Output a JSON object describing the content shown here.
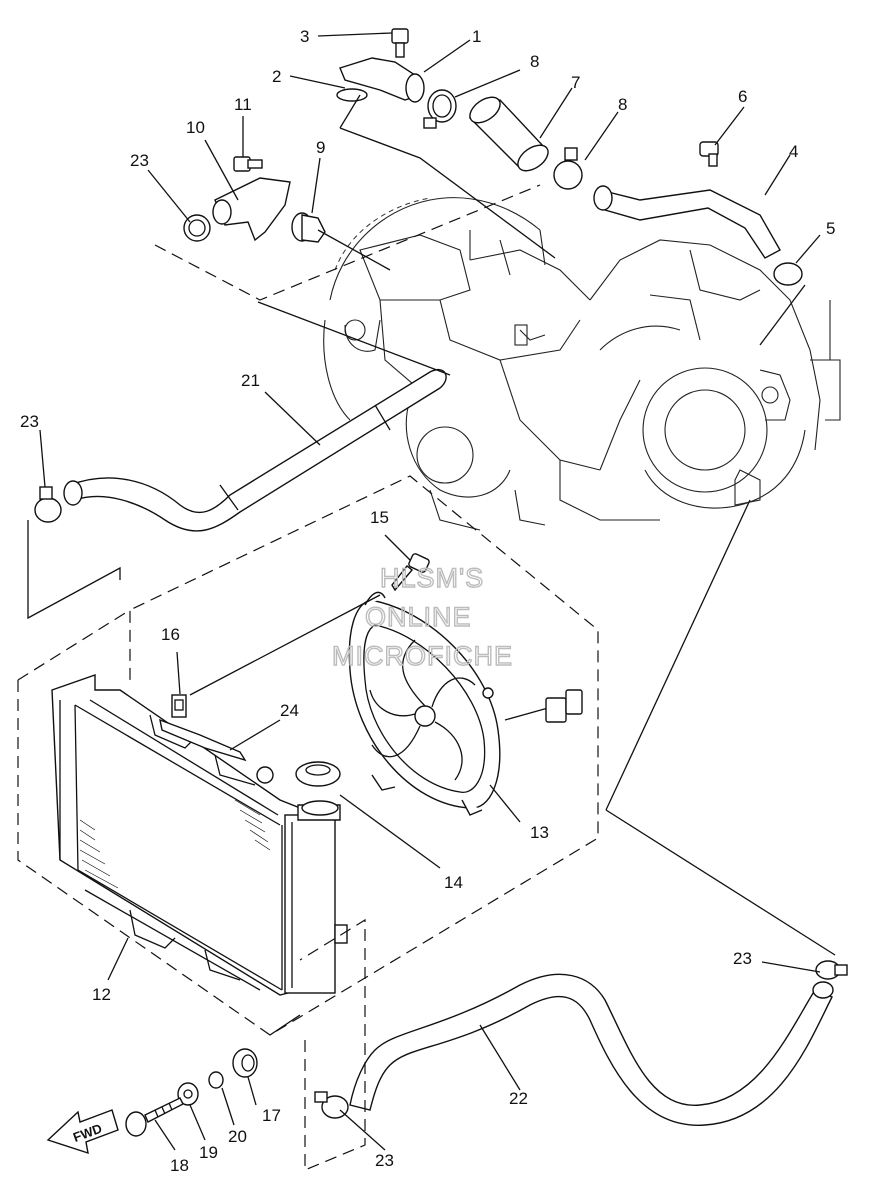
{
  "watermark": {
    "line1": "HLSM'S",
    "line2": "ONLINE",
    "line3": "MICROFICHE"
  },
  "fwd_label": "FWD",
  "callouts": {
    "p1": "1",
    "p2": "2",
    "p3": "3",
    "p4": "4",
    "p5": "5",
    "p6": "6",
    "p7": "7",
    "p8a": "8",
    "p8b": "8",
    "p9": "9",
    "p10": "10",
    "p11": "11",
    "p12": "12",
    "p13": "13",
    "p14": "14",
    "p15": "15",
    "p16": "16",
    "p17": "17",
    "p18": "18",
    "p19": "19",
    "p20": "20",
    "p21": "21",
    "p22": "22",
    "p23a": "23",
    "p23b": "23",
    "p23c": "23",
    "p23d": "23",
    "p24": "24"
  }
}
